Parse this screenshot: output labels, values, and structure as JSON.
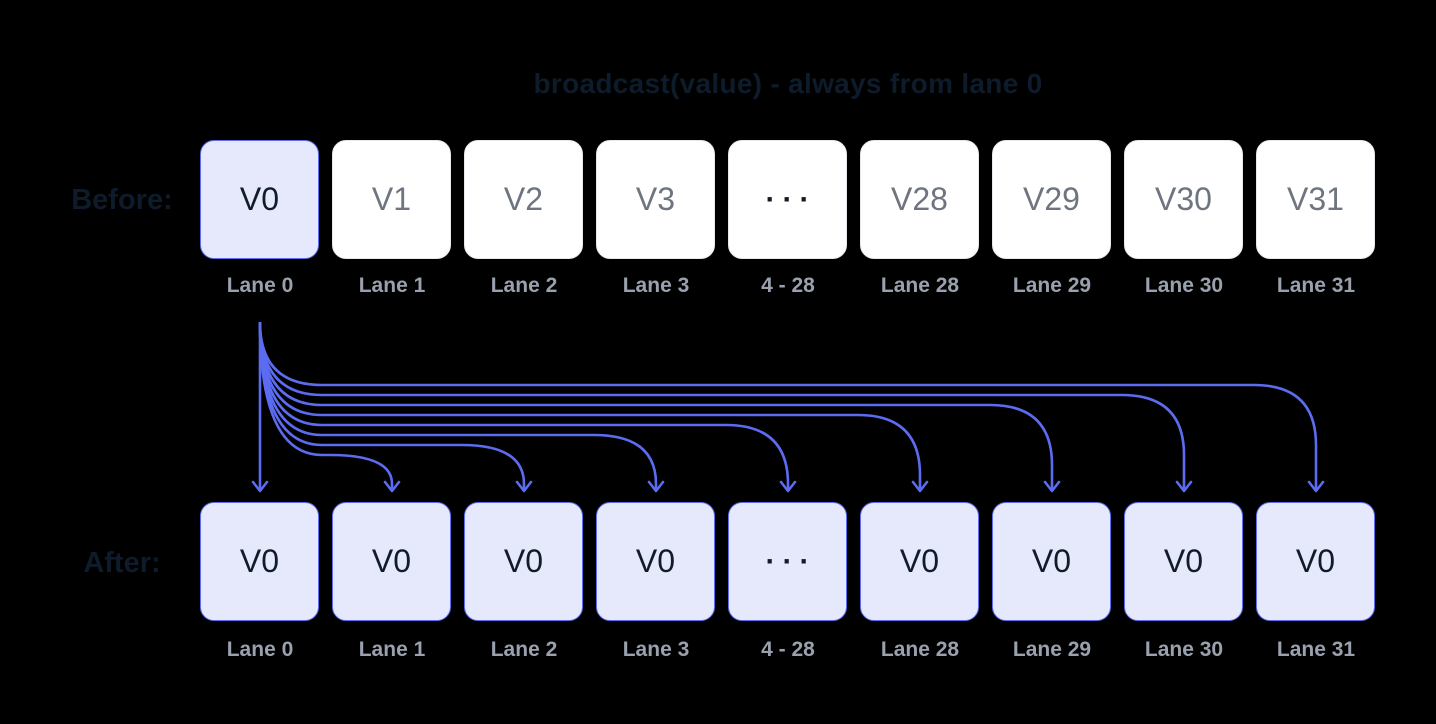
{
  "title": "broadcast(value) - always from lane 0",
  "rows": {
    "before_label": "Before:",
    "after_label": "After:"
  },
  "lanes": [
    {
      "label": "Lane 0",
      "before": "V0",
      "after": "V0",
      "highlight_before": true,
      "ellipsis": false
    },
    {
      "label": "Lane 1",
      "before": "V1",
      "after": "V0",
      "highlight_before": false,
      "ellipsis": false
    },
    {
      "label": "Lane 2",
      "before": "V2",
      "after": "V0",
      "highlight_before": false,
      "ellipsis": false
    },
    {
      "label": "Lane 3",
      "before": "V3",
      "after": "V0",
      "highlight_before": false,
      "ellipsis": false
    },
    {
      "label": "4 - 28",
      "before": "···",
      "after": "···",
      "highlight_before": false,
      "ellipsis": true
    },
    {
      "label": "Lane 28",
      "before": "V28",
      "after": "V0",
      "highlight_before": false,
      "ellipsis": false
    },
    {
      "label": "Lane 29",
      "before": "V29",
      "after": "V0",
      "highlight_before": false,
      "ellipsis": false
    },
    {
      "label": "Lane 30",
      "before": "V30",
      "after": "V0",
      "highlight_before": false,
      "ellipsis": false
    },
    {
      "label": "Lane 31",
      "before": "V31",
      "after": "V0",
      "highlight_before": false,
      "ellipsis": false
    }
  ],
  "broadcast_source_lane": "Lane 0",
  "colors": {
    "background": "#000000",
    "heading_text": "#0d1b2a",
    "arrow": "#5b6cf0",
    "active_box_fill": "#e6e9fb",
    "active_box_border": "#5f6cef",
    "plain_box_fill": "#ffffff",
    "plain_box_border": "#e7e8ee",
    "plain_value_text": "#6e7580",
    "active_value_text": "#101c28",
    "lane_label_text": "#9aa1ae"
  }
}
